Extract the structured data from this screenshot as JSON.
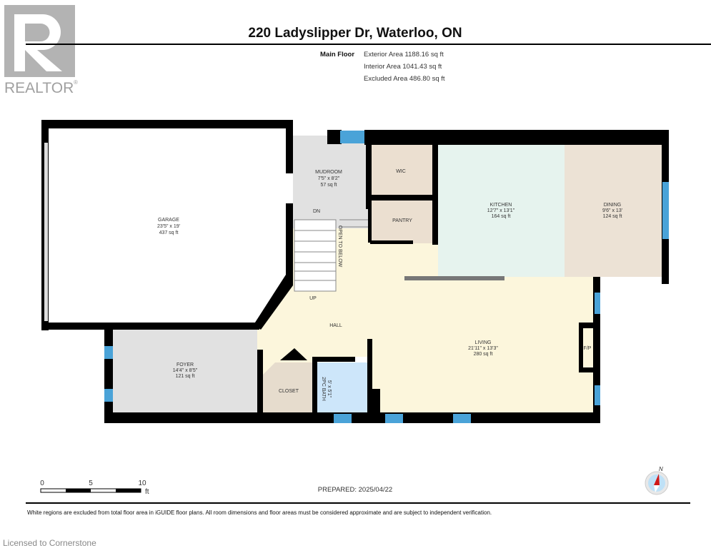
{
  "header": {
    "title": "220 Ladyslipper Dr, Waterloo, ON",
    "floor_label": "Main Floor",
    "exterior_area": "Exterior Area 1188.16 sq ft",
    "interior_area": "Interior Area 1041.43 sq ft",
    "excluded_area": "Excluded Area 486.80 sq ft"
  },
  "logo": {
    "text": "REALTOR",
    "mark": "®"
  },
  "rooms": {
    "garage": {
      "name": "GARAGE",
      "dims": "23'5\" x 19'",
      "area": "437 sq ft"
    },
    "mudroom": {
      "name": "MUDROOM",
      "dims": "7'5\" x 8'2\"",
      "area": "57 sq ft"
    },
    "wic": {
      "name": "WIC"
    },
    "pantry": {
      "name": "PANTRY"
    },
    "kitchen": {
      "name": "KITCHEN",
      "dims": "12'7\" x 13'1\"",
      "area": "164 sq ft"
    },
    "dining": {
      "name": "DINING",
      "dims": "9'6\" x 13'",
      "area": "124 sq ft"
    },
    "hall": {
      "name": "HALL"
    },
    "living": {
      "name": "LIVING",
      "dims": "21'11\" x 13'3\"",
      "area": "280 sq ft"
    },
    "foyer": {
      "name": "FOYER",
      "dims": "14'4\" x 8'5\"",
      "area": "121 sq ft"
    },
    "closet": {
      "name": "CLOSET"
    },
    "bath": {
      "name": "2PC BATH",
      "dims": "5' x 5'1\""
    }
  },
  "labels": {
    "dn": "DN",
    "up": "UP",
    "open_to_below": "OPEN TO BELOW",
    "fireplace": "F/P"
  },
  "scale": {
    "ticks": [
      "0",
      "5",
      "10"
    ],
    "unit": "ft"
  },
  "prepared": "PREPARED: 2025/04/22",
  "compass": "N",
  "disclaimer": "White regions are excluded from total floor area in iGUIDE floor plans. All room dimensions and floor areas must be considered approximate and are subject to independent verification.",
  "license": "Licensed to Cornerstone",
  "colors": {
    "wall": "#000000",
    "window": "#4aa3d8",
    "gray_room": "#e1e1e1",
    "tan_room": "#ebdfd0",
    "kitchen": "#e6f3ee",
    "hall": "#fcf6dc",
    "bath": "#cde6fa"
  }
}
